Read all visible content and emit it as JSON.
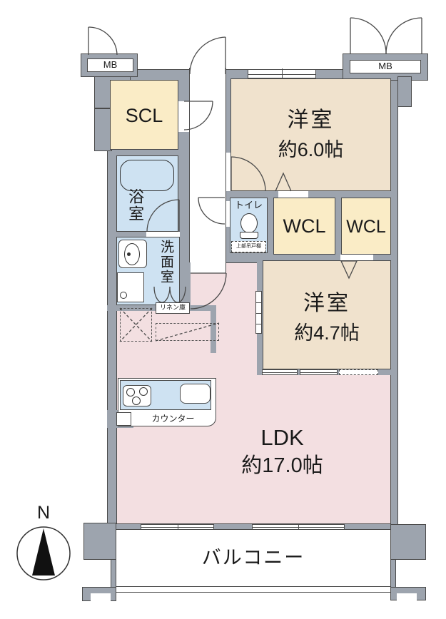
{
  "plan": {
    "compass_label": "N",
    "mb_left": "MB",
    "mb_right": "MB",
    "rooms": {
      "scl": {
        "label": "SCL"
      },
      "bath": {
        "label": "浴室"
      },
      "washroom": {
        "label": "洗面室"
      },
      "toilet": {
        "label": "トイレ",
        "note": "上部吊戸棚"
      },
      "bedroom_6": {
        "label": "洋室",
        "size": "約6.0帖"
      },
      "wcl_a": {
        "label": "WCL"
      },
      "wcl_b": {
        "label": "WCL"
      },
      "bedroom_47": {
        "label": "洋室",
        "size": "約4.7帖"
      },
      "ldk": {
        "label": "LDK",
        "size": "約17.0帖"
      },
      "balcony": {
        "label": "バルコニー"
      },
      "linen": {
        "label": "リネン庫"
      },
      "counter": {
        "label": "カウンター"
      }
    },
    "colors": {
      "wall": "#9DA4AE",
      "western_room": "#F0E2CD",
      "closet": "#FAECC6",
      "ldk": "#F3DFE1",
      "wet_area": "#CEE2F2",
      "line": "#4a4a4a"
    }
  }
}
